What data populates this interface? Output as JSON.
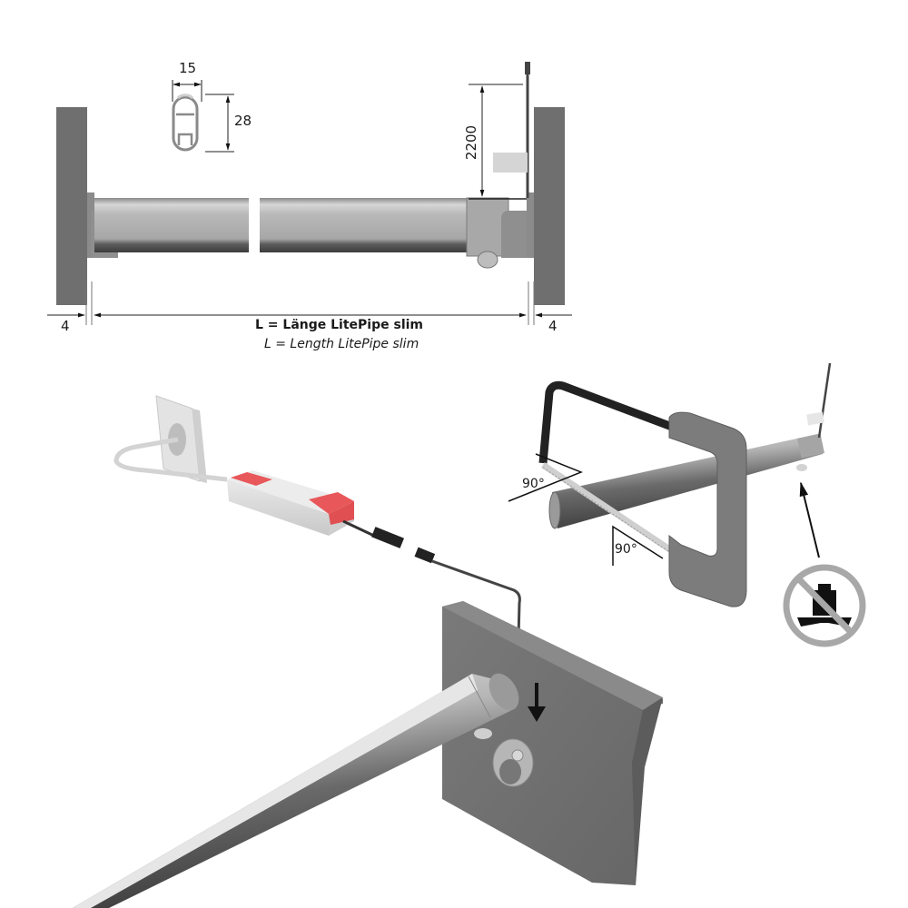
{
  "top_drawing": {
    "profile_width": "15",
    "profile_height": "28",
    "cable_length": "2200",
    "gap_left": "4",
    "gap_right": "4",
    "caption_de": "L = Länge LitePipe slim",
    "caption_en": "L = Length LitePipe slim"
  },
  "saw_drawing": {
    "angle_top": "90°",
    "angle_bottom": "90°",
    "prohibition_icon": "no-weight-load-icon"
  },
  "mount_drawing": {
    "components": [
      "wall-socket",
      "power-supply",
      "connector-plug",
      "connector-socket",
      "led-tube",
      "side-panel",
      "rail-holder"
    ],
    "accent_color": "#e8585a",
    "arrow_direction": "down"
  },
  "colors": {
    "wall_gray": "#6f6f6f",
    "tube_light": "#c4c4c4",
    "tube_dark": "#5a5a5a",
    "saw_frame": "#222222",
    "saw_handle": "#7c7c7c",
    "prohibition_ring": "#a8a8a8"
  }
}
